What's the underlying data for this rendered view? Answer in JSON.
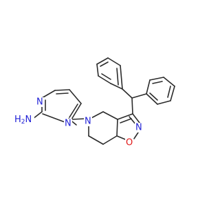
{
  "colors": {
    "bond": "#2b2b2b",
    "nitrogen": "#1f1fd6",
    "oxygen": "#e01818",
    "background": "#ffffff"
  },
  "atom_labels": {
    "amine": "H2N",
    "amine_h": "H",
    "amine_sub": "2",
    "amine_n": "N",
    "pyrimidine_n1": "N",
    "pyrimidine_n3": "N",
    "piperidine_n": "N",
    "isoxazole_n": "N",
    "isoxazole_o": "O"
  }
}
